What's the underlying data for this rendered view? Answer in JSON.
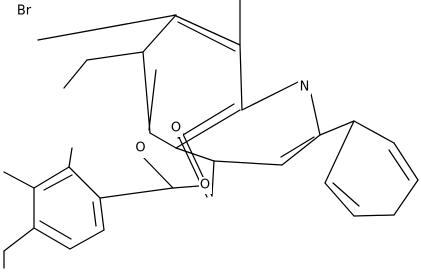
{
  "molecule": {
    "atom_labels": {
      "bromine": "Br",
      "ring_nitrogen": "N",
      "ketone_oxygen": "O",
      "ester_carbonyl_oxygen": "O",
      "ester_oxygen": "O"
    }
  },
  "colors": {
    "bond": "#000000",
    "label": "#000000",
    "background": "#ffffff"
  }
}
